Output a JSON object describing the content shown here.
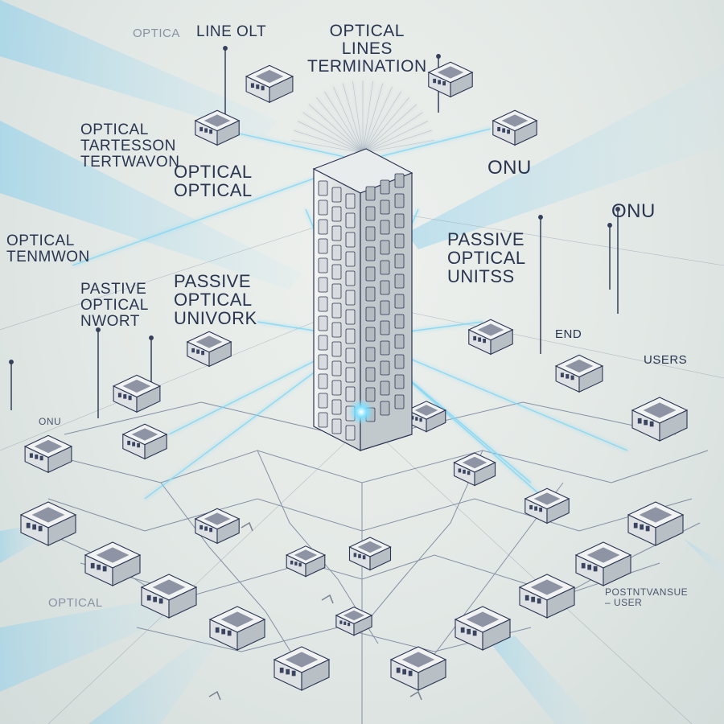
{
  "labels": {
    "optical_top_left": "OPTICA",
    "line_olt": "LINE OLT",
    "optical_lines_termination": "OPTICAL\nLINES\nTERMINATION",
    "optical_tartesson": "OPTICAL\nTARTESSON\nTERTWAVON",
    "optical_optical": "OPTICAL\nOPTICAL",
    "onu_right": "ONU",
    "onu_far_right": "ONU",
    "optical_tenmwon": "OPTICAL\nTENMWON",
    "passive_optical_left": "PASTIVE\nOPTICAL\nNWORT",
    "passive_optical_univork": "PASSIVE\nOPTICAL\nUNIVORK",
    "passive_optical_unitss": "PASSIVE\nOPTICAL\nUNITSS",
    "end": "END",
    "users": "USERS",
    "onu_small_left": "ONU",
    "optical_bottom_left": "OPTICAL",
    "user_bottom_right": "POSTNTVANSUE\n– USER"
  },
  "colors": {
    "background": "#e2e8e5",
    "ink": "#2a3550",
    "fiber_glow": "#5ec8f0",
    "beam": "#9fd6ee"
  },
  "icons": {
    "olt_tower": "server-rack-tower-icon",
    "onu_device": "network-terminal-box-icon",
    "antenna": "antenna-mast-icon"
  }
}
